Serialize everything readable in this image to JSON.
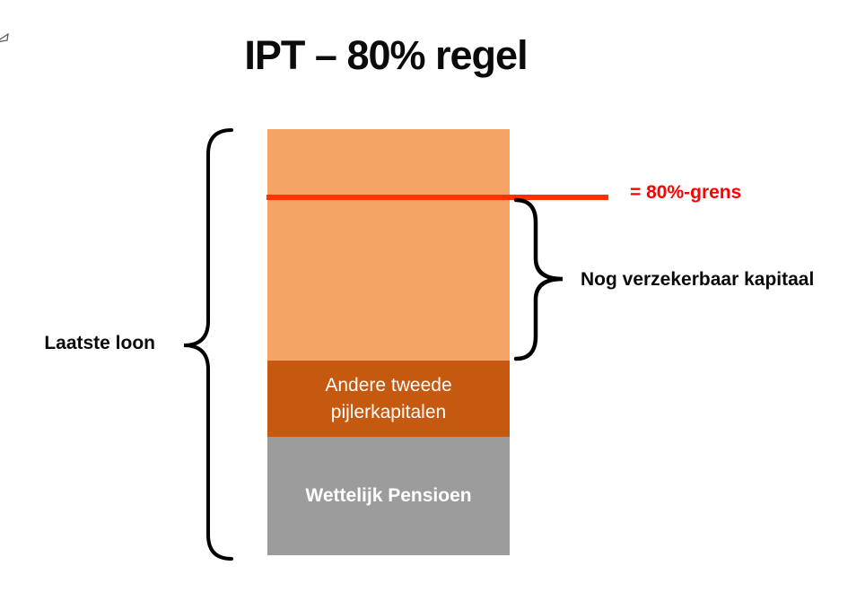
{
  "title": "IPT – 80% regel",
  "diagram": {
    "last_salary_label": "Laatste loon",
    "insurable_label": "Nog verzekerbaar kapitaal",
    "limit_label": "= 80%-grens",
    "limit_line_color": "#FF3200",
    "limit_text_color": "#FF0000",
    "brace_color": "#000000",
    "segments": [
      {
        "name": "nog-verzekerbaar-deel",
        "label": "",
        "color": "#F6A466"
      },
      {
        "name": "andere-tweede-pijlerkapitalen",
        "label": "Andere tweede pijlerkapitalen",
        "color": "#C4590F",
        "text_color": "#FFFFFF"
      },
      {
        "name": "wettelijk-pensioen",
        "label": "Wettelijk Pensioen",
        "color": "#9C9C9C",
        "text_color": "#FFFFFF"
      }
    ]
  }
}
